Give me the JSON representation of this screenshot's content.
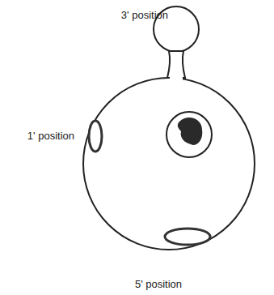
{
  "diagram": {
    "labels": [
      "3' position",
      "1' position",
      "5' position"
    ]
  }
}
